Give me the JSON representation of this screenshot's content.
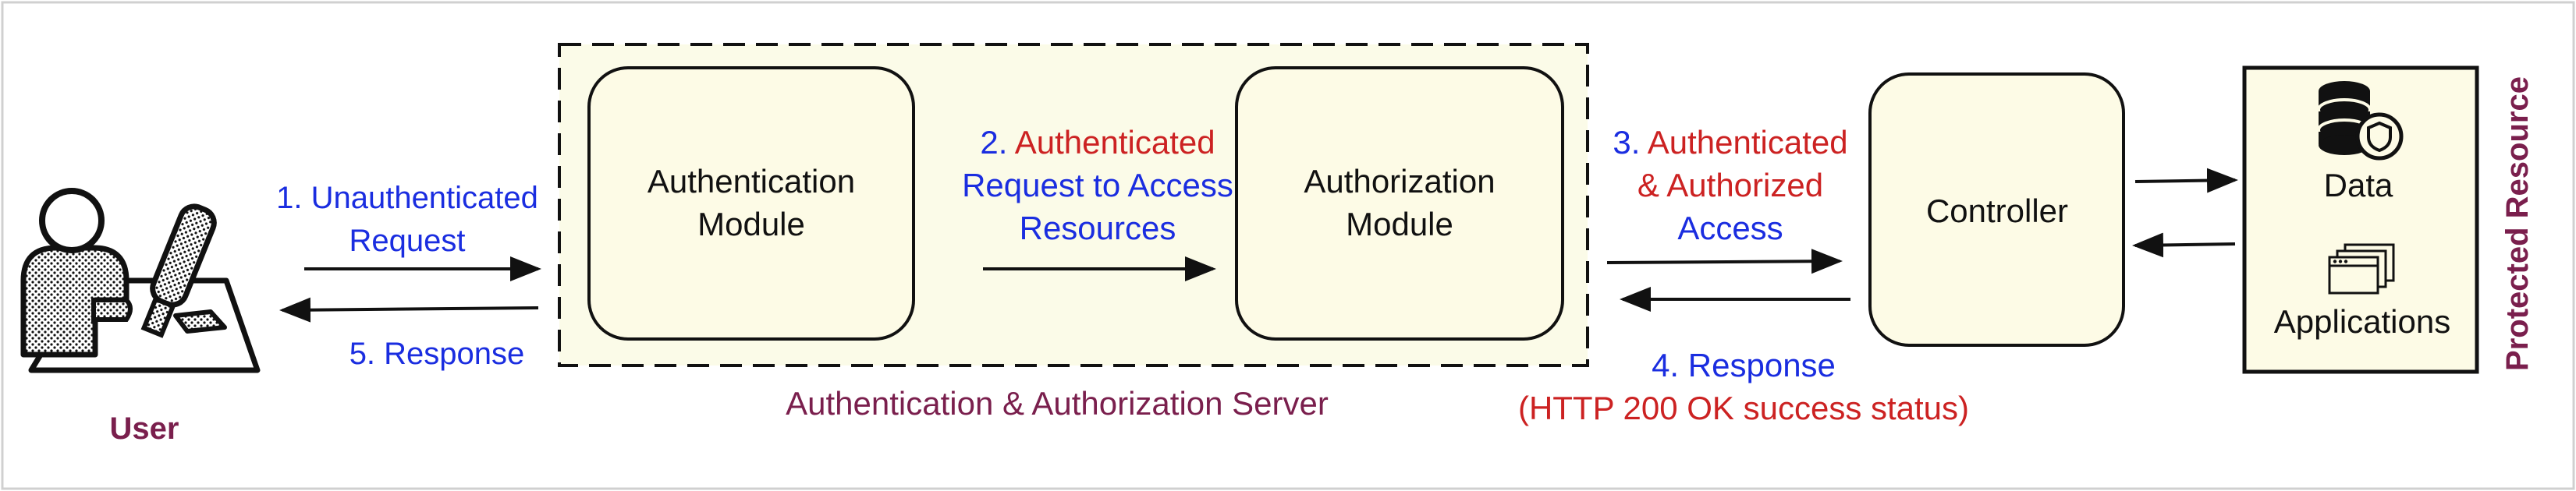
{
  "colors": {
    "blue": "#1a2de0",
    "red": "#cc2222",
    "maroon": "#7a1f4d",
    "box_fill": "#fdfbe6",
    "server_fill": "#fbfbe8"
  },
  "user": {
    "label": "User",
    "icon": "user-at-computer-icon"
  },
  "steps": {
    "s1": {
      "num": "1.",
      "line1": "Unauthenticated",
      "line2": "Request"
    },
    "s2": {
      "num": "2.",
      "word1": "Authenticated",
      "line2": "Request to Access",
      "line3": "Resources"
    },
    "s3": {
      "num": "3.",
      "word1": "Authenticated",
      "line2": "& Authorized",
      "line3": "Access"
    },
    "s4": {
      "num": "4.",
      "text": "Response",
      "status": "(HTTP 200 OK success status)"
    },
    "s5": {
      "num": "5.",
      "text": "Response"
    }
  },
  "server": {
    "label": "Authentication & Authorization Server",
    "auth_module": {
      "line1": "Authentication",
      "line2": "Module"
    },
    "authz_module": {
      "line1": "Authorization",
      "line2": "Module"
    }
  },
  "controller": {
    "label": "Controller"
  },
  "protected": {
    "title": "Protected Resource",
    "data": {
      "label": "Data",
      "icon": "database-shield-icon"
    },
    "applications": {
      "label": "Applications",
      "icon": "app-windows-icon"
    }
  }
}
